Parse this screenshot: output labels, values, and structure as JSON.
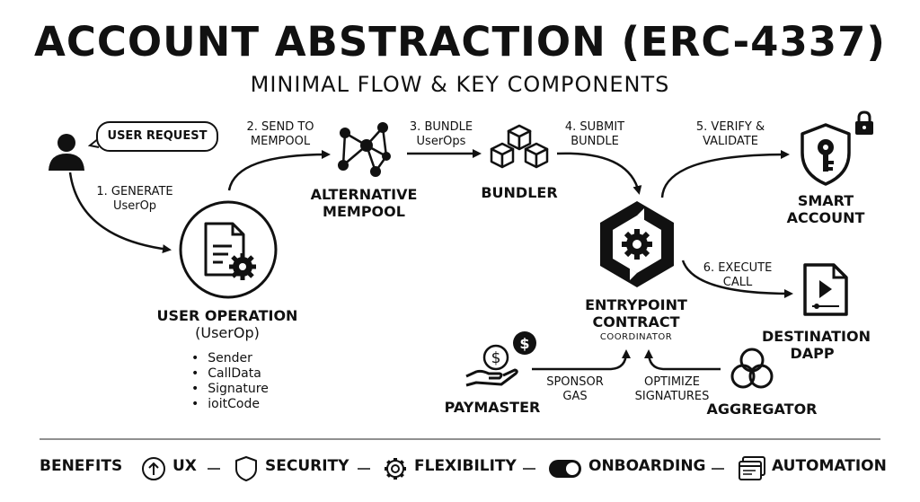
{
  "title": "ACCOUNT ABSTRACTION (ERC-4337)",
  "subtitle": "MINIMAL FLOW & KEY COMPONENTS",
  "nodes": {
    "user_request": "USER REQUEST",
    "user_operation": "USER OPERATION",
    "user_operation_sub": "(UserOp)",
    "userop_fields": [
      "Sender",
      "CallData",
      "Signature",
      "ioitCode"
    ],
    "alternative_mempool": [
      "ALTERNATIVE",
      "MEMPOOL"
    ],
    "bundler": "BUNDLER",
    "entrypoint": [
      "ENTRYPOINT",
      "CONTRACT"
    ],
    "entrypoint_sub": "COORDINATOR",
    "smart_account": [
      "SMART",
      "ACCOUNT"
    ],
    "destination_dapp": [
      "DESTINATION",
      "DAPP"
    ],
    "paymaster": "PAYMASTER",
    "aggregator": "AGGREGATOR"
  },
  "steps": {
    "generate": [
      "1. GENERATE",
      "UserOp"
    ],
    "send": [
      "2. SEND TO",
      "MEMPOOL"
    ],
    "bundle": [
      "3. BUNDLE",
      "UserOps"
    ],
    "submit": [
      "4. SUBMIT",
      "BUNDLE"
    ],
    "verify": [
      "5. VERIFY &",
      "VALIDATE"
    ],
    "execute": [
      "6. EXECUTE",
      "CALL"
    ],
    "sponsor": [
      "SPONSOR",
      "GAS"
    ],
    "optimize": [
      "OPTIMIZE",
      "SIGNATURES"
    ]
  },
  "benefits": {
    "label": "BENEFITS",
    "items": [
      "UX",
      "SECURITY",
      "FLEXIBILITY",
      "ONBOARDING",
      "AUTOMATION"
    ]
  },
  "icons": {
    "user": "user-icon",
    "document": "document-gear-icon",
    "network": "network-icon",
    "cubes": "cubes-icon",
    "entrypoint": "hexagon-gear-icon",
    "shield": "shield-key-icon",
    "lock": "lock-icon",
    "video": "video-document-icon",
    "paymaster": "hand-coin-icon",
    "dollar": "dollar-icon",
    "aggregator": "venn-icon"
  }
}
